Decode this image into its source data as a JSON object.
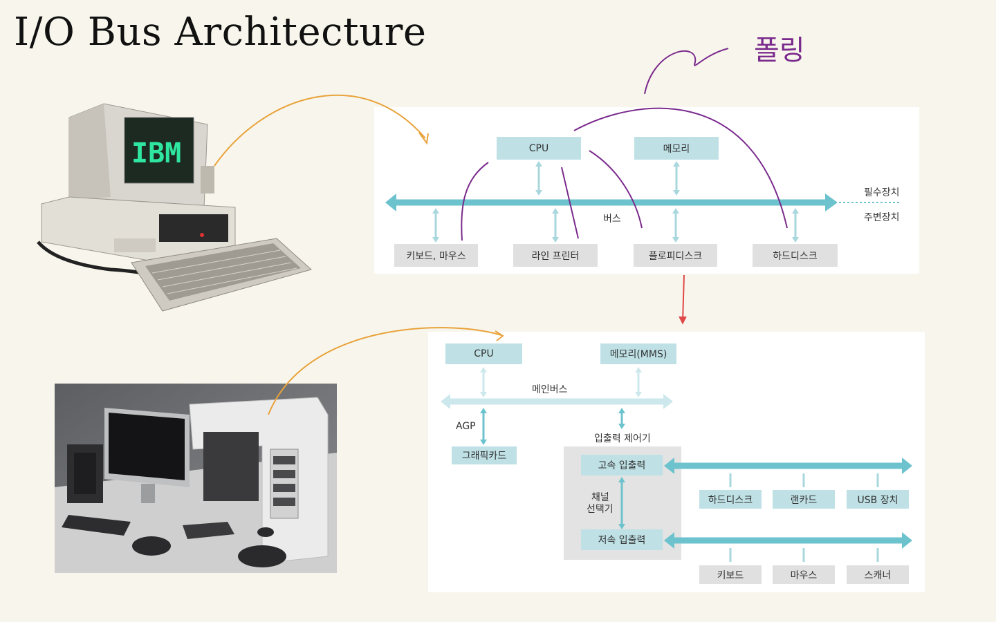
{
  "title": "I/O Bus Architecture",
  "annotation_polling": "폴링",
  "top_diagram": {
    "cpu": "CPU",
    "memory": "메모리",
    "bus": "버스",
    "essential": "필수장치",
    "peripheral": "주변장치",
    "devices": [
      "키보드, 마우스",
      "라인 프린터",
      "플로피디스크",
      "하드디스크"
    ]
  },
  "bottom_diagram": {
    "cpu": "CPU",
    "memory": "메모리(MMS)",
    "main_bus": "메인버스",
    "agp": "AGP",
    "graphics_card": "그래픽카드",
    "io_controller": "입출력 제어기",
    "high_speed_io": "고속 입출력",
    "channel_selector_line1": "채널",
    "channel_selector_line2": "선택기",
    "low_speed_io": "저속 입출력",
    "high_speed_devices": [
      "하드디스크",
      "랜카드",
      "USB 장치"
    ],
    "low_speed_devices": [
      "키보드",
      "마우스",
      "스캐너"
    ]
  },
  "colors": {
    "teal_bus": "#6cc3cd",
    "teal_box": "#bfe1e6",
    "grey_box": "#e0e0e0",
    "orange_arrow": "#e8a23a",
    "purple_annotation": "#7a2a8c",
    "red_arrow": "#e04848"
  }
}
